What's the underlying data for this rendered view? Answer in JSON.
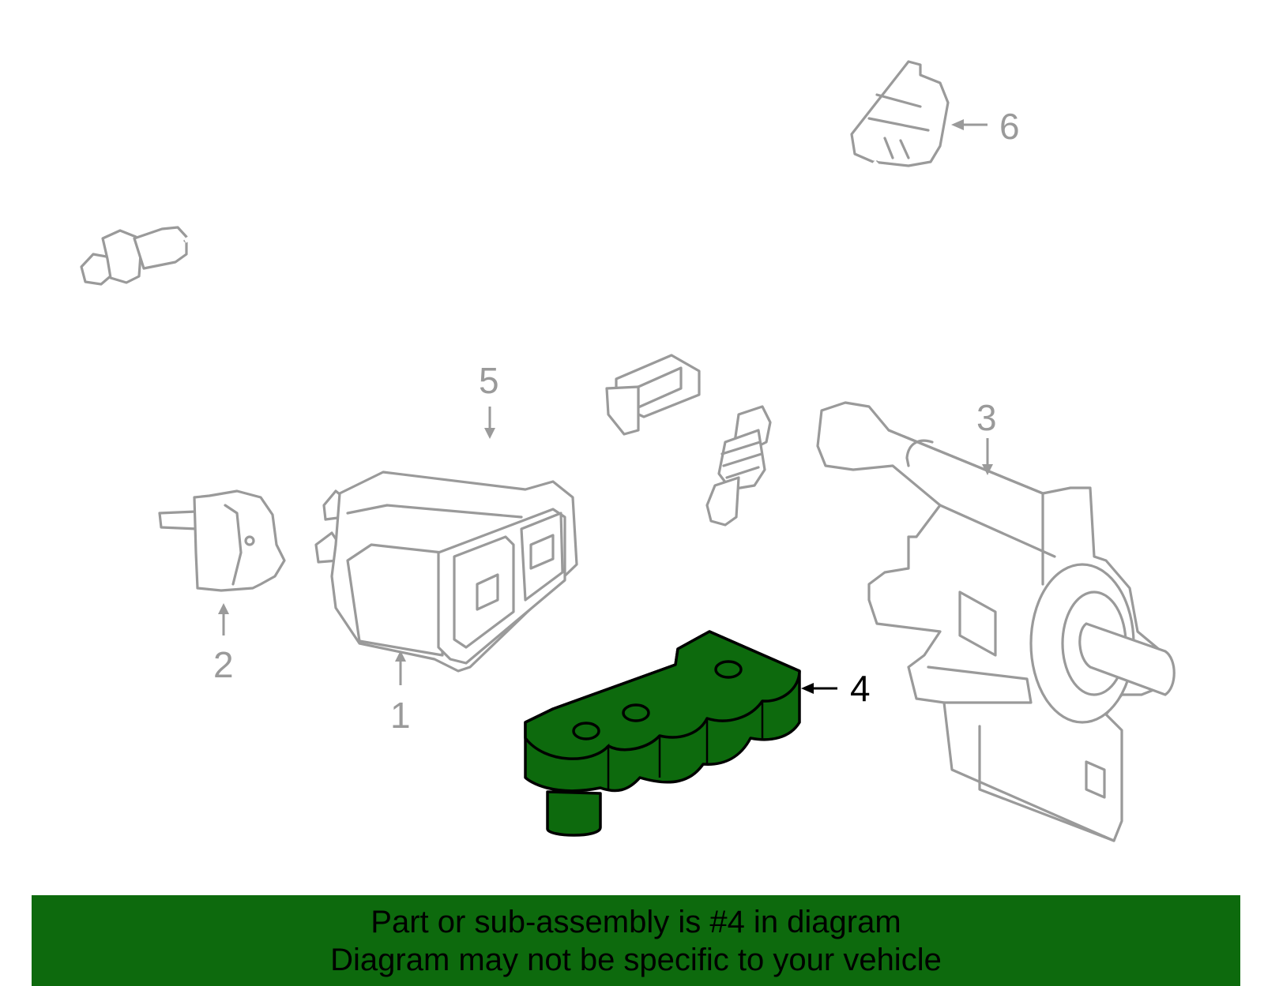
{
  "callouts": {
    "c1": "1",
    "c2": "2",
    "c3": "3",
    "c4": "4",
    "c5": "5",
    "c6": "6"
  },
  "highlighted_part": "4",
  "colors": {
    "highlight": "#0d6a0d",
    "line_art": "#9a9a9a",
    "banner": "#0d6a0d"
  },
  "banner": {
    "line1": "Part or sub-assembly is #4 in diagram",
    "line2": "Diagram may not be specific to your vehicle"
  }
}
